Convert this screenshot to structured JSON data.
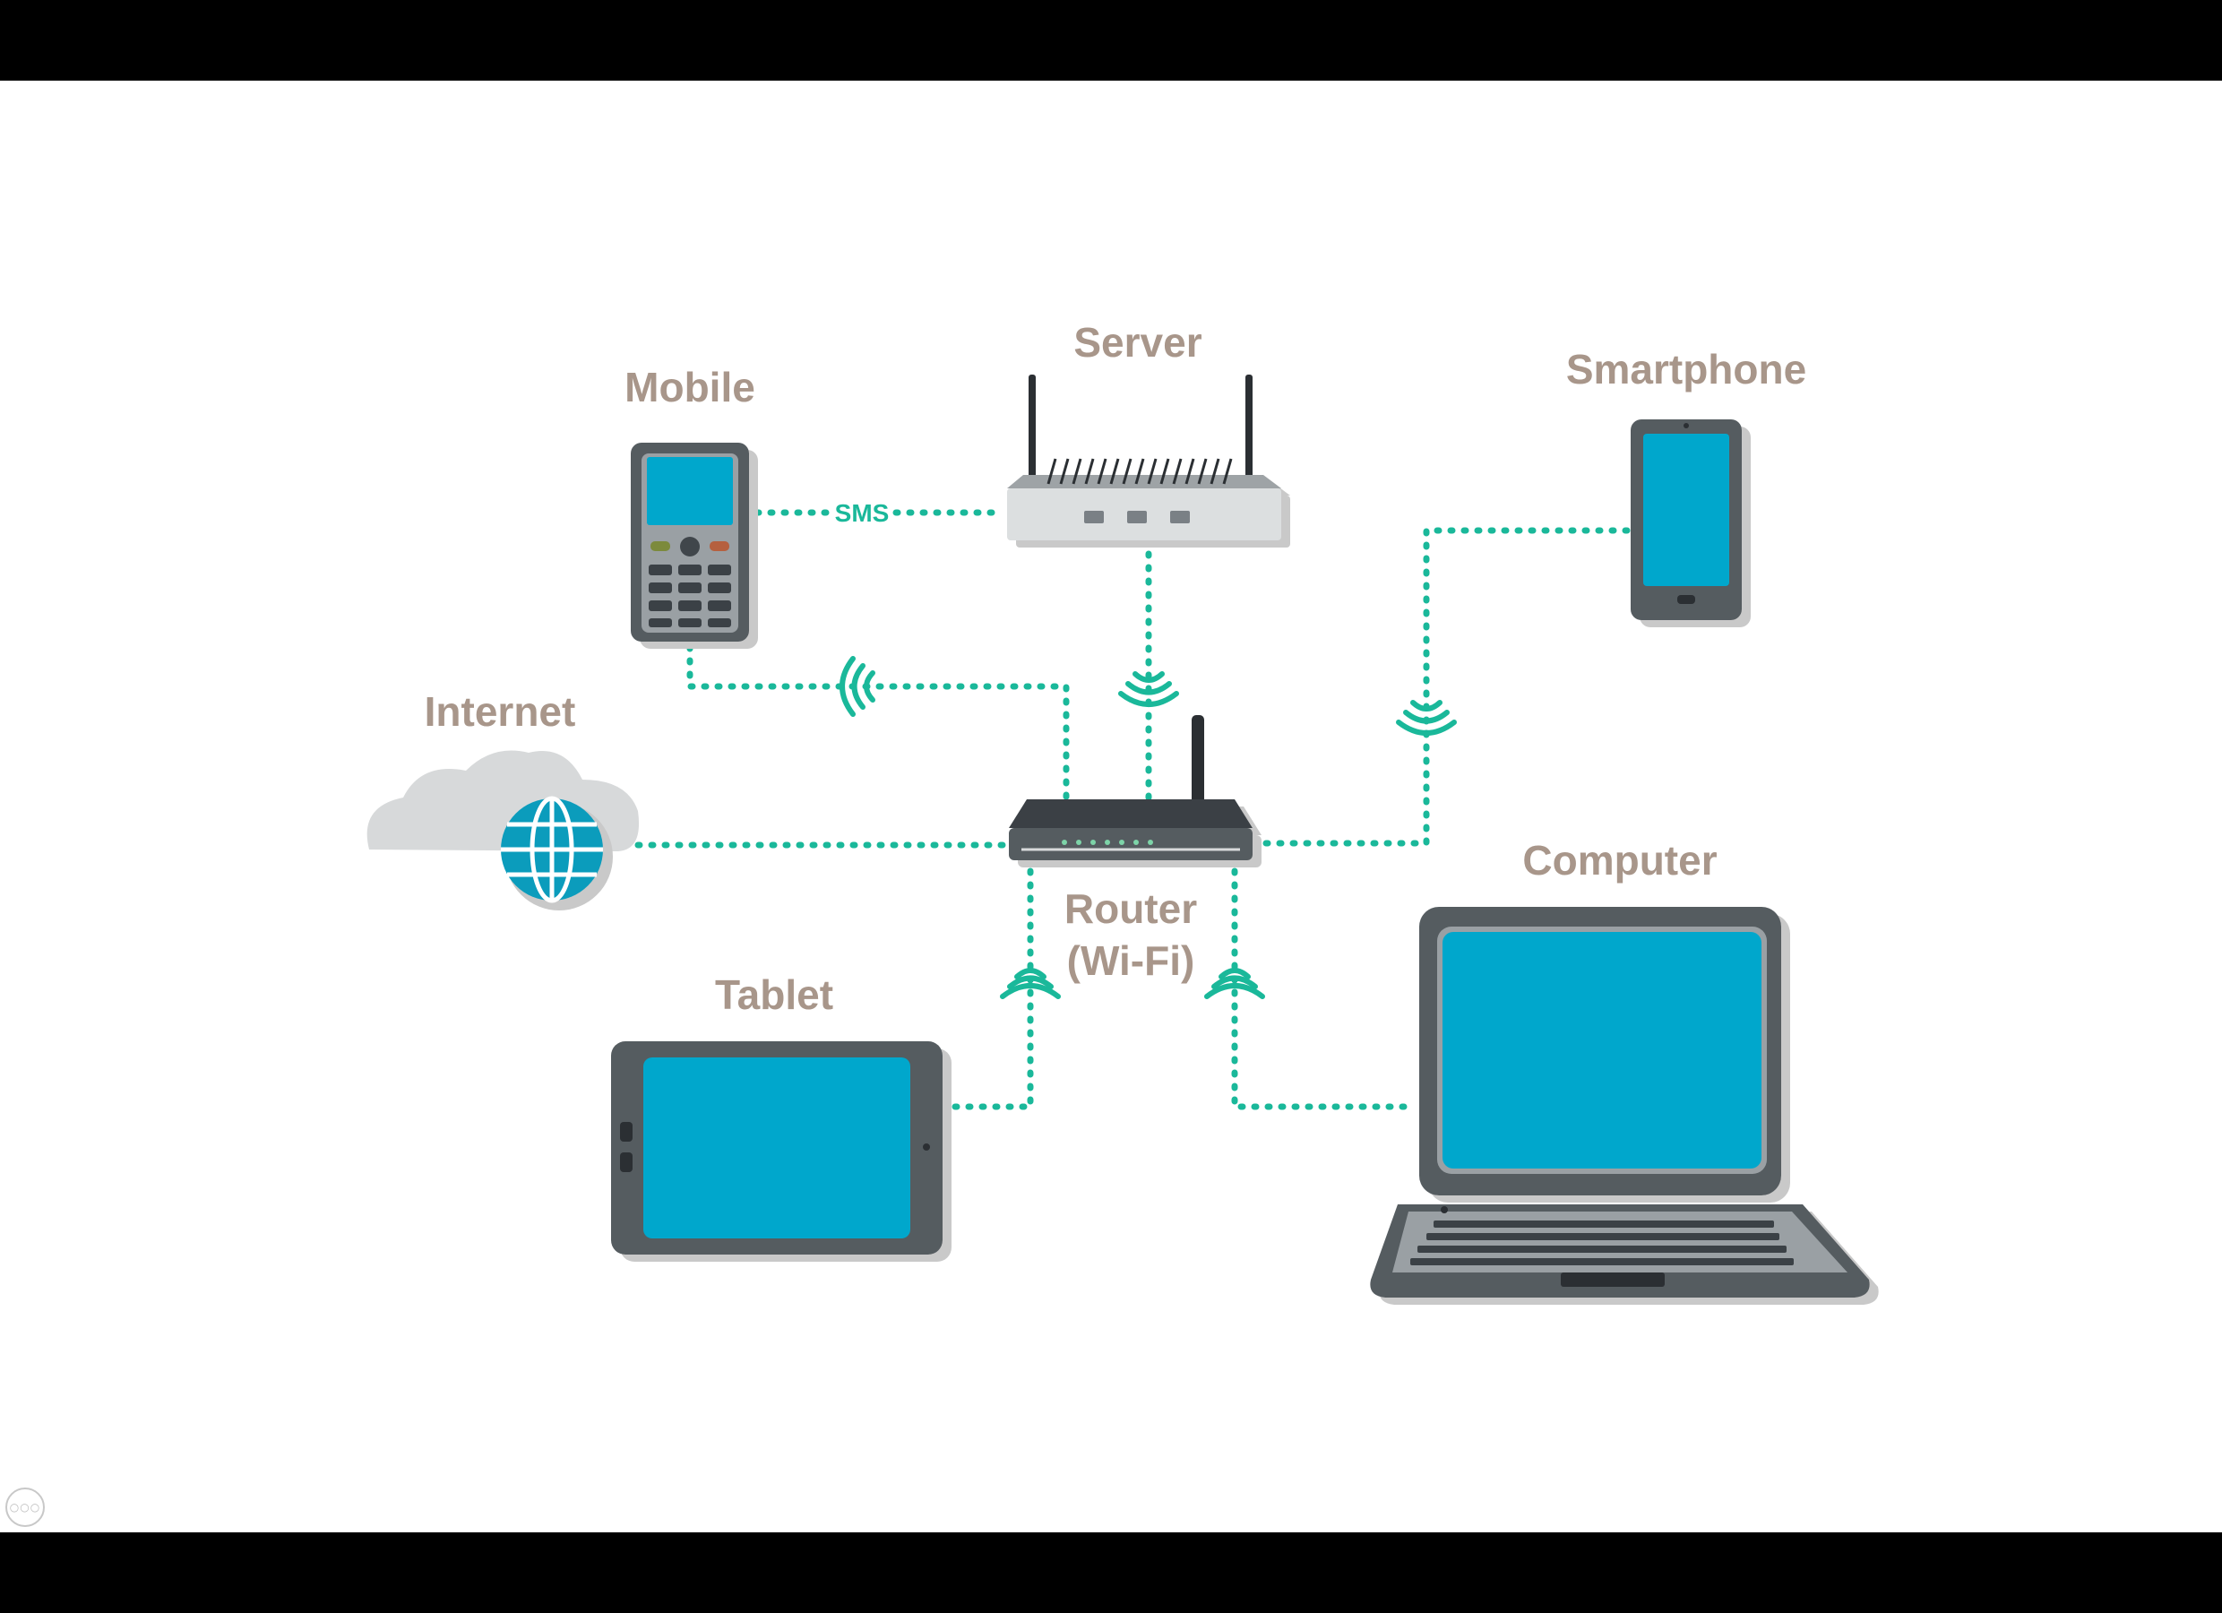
{
  "diagram": {
    "nodes": {
      "server": "Server",
      "mobile": "Mobile",
      "smartphone": "Smartphone",
      "internet": "Internet",
      "router_line1": "Router",
      "router_line2": "(Wi-Fi)",
      "computer": "Computer",
      "tablet": "Tablet"
    },
    "edges": {
      "mobile_server": "SMS"
    },
    "colors": {
      "connection": "#1ab89a",
      "screen": "#00a7cc",
      "device_body": "#555c61",
      "label": "#a8968a",
      "background": "#ffffff"
    }
  },
  "viewer": {
    "menu_icon": "ellipsis-icon"
  }
}
